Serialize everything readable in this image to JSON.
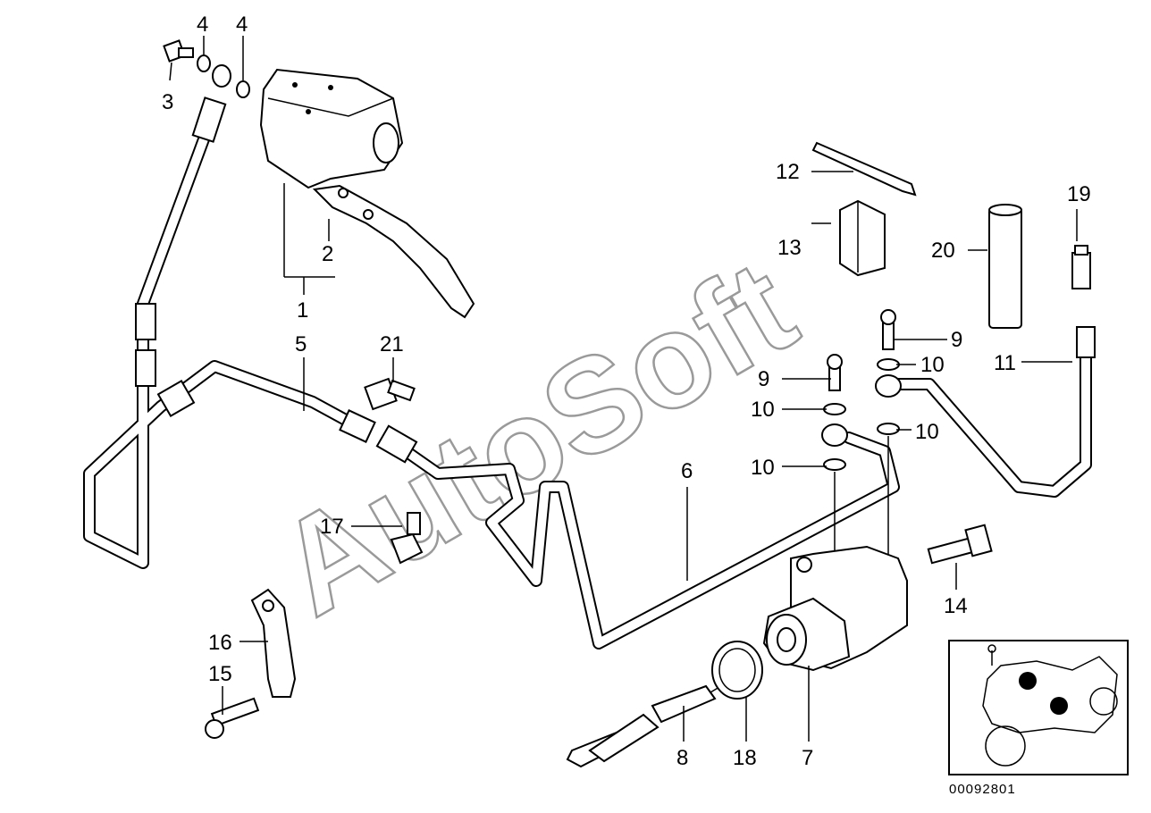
{
  "watermark": "AutoSoft",
  "reference_number": "00092801",
  "callouts": {
    "c1": "1",
    "c2": "2",
    "c3": "3",
    "c4a": "4",
    "c4b": "4",
    "c5": "5",
    "c6": "6",
    "c7": "7",
    "c8": "8",
    "c9a": "9",
    "c9b": "9",
    "c10a": "10",
    "c10b": "10",
    "c10c": "10",
    "c10d": "10",
    "c11": "11",
    "c12": "12",
    "c13": "13",
    "c14": "14",
    "c15": "15",
    "c16": "16",
    "c17": "17",
    "c18": "18",
    "c19": "19",
    "c20": "20",
    "c21": "21"
  }
}
